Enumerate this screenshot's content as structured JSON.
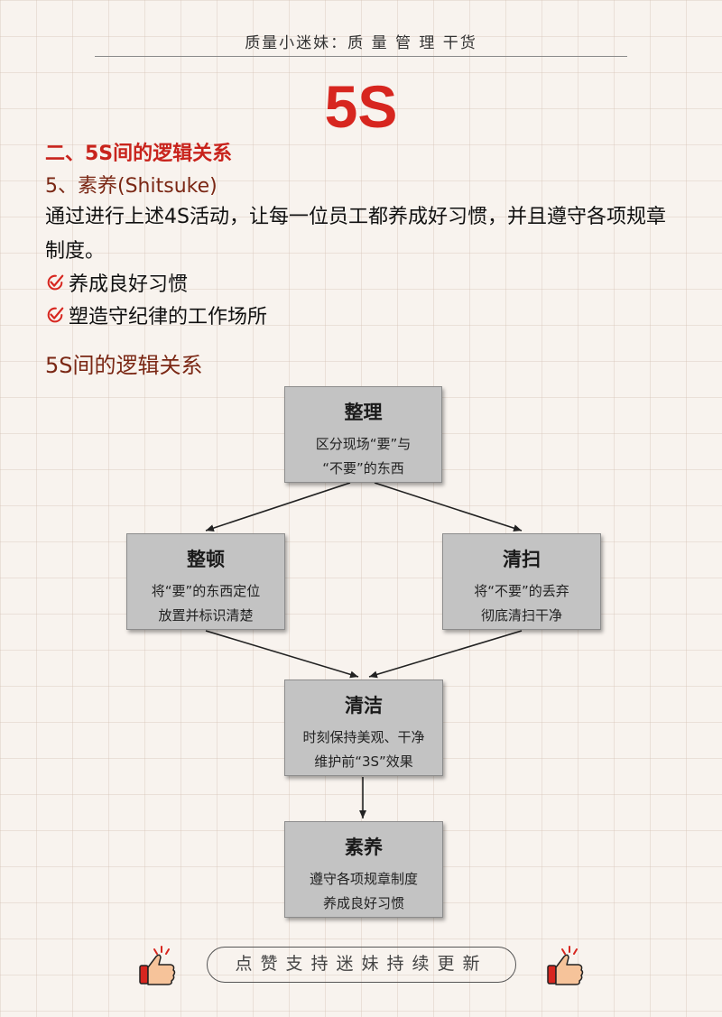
{
  "header": {
    "text": "质量小迷妹：质 量 管 理 干货"
  },
  "title": "5S",
  "section": {
    "heading": "二、5S间的逻辑关系",
    "subheading": "5、素养(Shitsuke)",
    "body": "通过进行上述4S活动，让每一位员工都养成好习惯，并且遵守各项规章制度。",
    "checks": [
      "养成良好习惯",
      "塑造守纪律的工作场所"
    ]
  },
  "diagram": {
    "title": "5S间的逻辑关系",
    "nodes": {
      "seiri": {
        "title": "整理",
        "line1": "区分现场“要”与",
        "line2": "“不要”的东西"
      },
      "seiton": {
        "title": "整顿",
        "line1": "将“要”的东西定位",
        "line2": "放置并标识清楚"
      },
      "seiso": {
        "title": "清扫",
        "line1": "将“不要”的丢弃",
        "line2": "彻底清扫干净"
      },
      "seiketsu": {
        "title": "清洁",
        "line1": "时刻保持美观、干净",
        "line2": "维护前“3S”效果"
      },
      "shitsuke": {
        "title": "素养",
        "line1": "遵守各项规章制度",
        "line2": "养成良好习惯"
      }
    }
  },
  "footer": {
    "label": "点赞支持迷妹持续更新"
  },
  "colors": {
    "accent_red": "#d7261f",
    "heading_brown": "#7a2714",
    "box_gray": "#c3c3c3"
  },
  "icons": [
    "check-circle-icon",
    "thumbs-up-icon"
  ]
}
